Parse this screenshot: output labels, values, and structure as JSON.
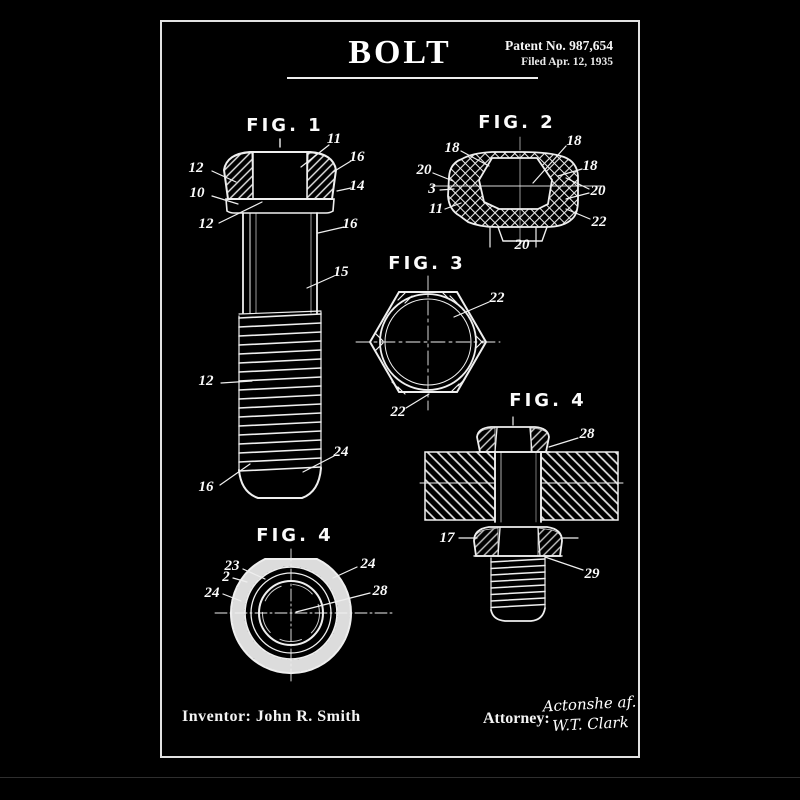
{
  "header": {
    "title": "BOLT",
    "patent_no": "Patent No. 987,654",
    "filed": "Filed Apr. 12, 1935"
  },
  "figures": {
    "fig1": {
      "label": "FIG. 1",
      "callouts": [
        "12",
        "11",
        "16",
        "10",
        "14",
        "12",
        "16",
        "15",
        "12",
        "24",
        "16"
      ]
    },
    "fig2": {
      "label": "FIG. 2",
      "callouts": [
        "18",
        "18",
        "18",
        "20",
        "3",
        "11",
        "20",
        "22",
        "20"
      ]
    },
    "fig3": {
      "label": "FIG. 3",
      "callouts": [
        "22",
        "22"
      ]
    },
    "fig4_assembly": {
      "label": "FIG. 4",
      "callouts": [
        "28",
        "17",
        "29"
      ]
    },
    "fig4_plan": {
      "label": "FIG. 4",
      "callouts": [
        "23",
        "2",
        "24",
        "24",
        "28"
      ]
    }
  },
  "footer": {
    "inventor_label": "Inventor:",
    "inventor_name": "John R. Smith",
    "attorney_label": "Attorney:",
    "signature_line1": "Actonshe af.",
    "signature_line2": "W.T. Clark"
  },
  "colors": {
    "background": "#000000",
    "ink": "#ffffff"
  }
}
